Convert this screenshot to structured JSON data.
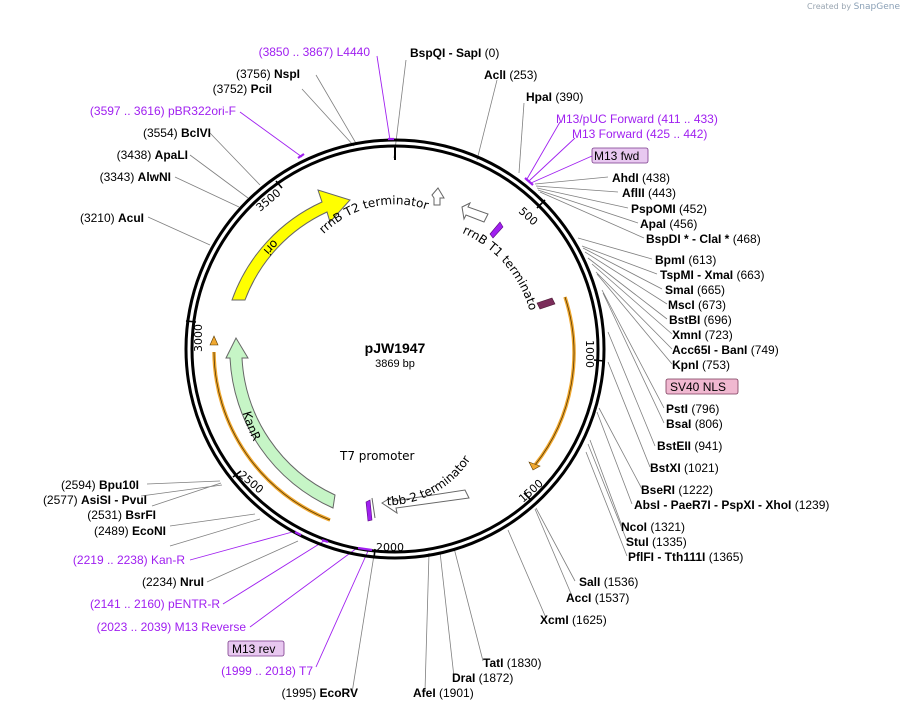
{
  "credit": {
    "prefix": "Created by",
    "brand": "SnapGene"
  },
  "plasmid": {
    "name": "pJW1947",
    "length": "3869 bp"
  },
  "site_labels": [
    {
      "name": "BspQI - SapI",
      "pos": "(0)"
    },
    {
      "name": "AclI",
      "pos": "(253)"
    },
    {
      "name": "HpaI",
      "pos": "(390)"
    },
    {
      "name": "AhdI",
      "pos": "(438)"
    },
    {
      "name": "AflII",
      "pos": "(443)"
    },
    {
      "name": "PspOMI",
      "pos": "(452)"
    },
    {
      "name": "ApaI",
      "pos": "(456)"
    },
    {
      "name": "BspDI * - ClaI *",
      "pos": "(468)"
    },
    {
      "name": "BpmI",
      "pos": "(613)"
    },
    {
      "name": "TspMI - XmaI",
      "pos": "(663)"
    },
    {
      "name": "SmaI",
      "pos": "(665)"
    },
    {
      "name": "MscI",
      "pos": "(673)"
    },
    {
      "name": "BstBI",
      "pos": "(696)"
    },
    {
      "name": "XmnI",
      "pos": "(723)"
    },
    {
      "name": "Acc65I - BanI",
      "pos": "(749)"
    },
    {
      "name": "KpnI",
      "pos": "(753)"
    },
    {
      "name": "PstI",
      "pos": "(796)"
    },
    {
      "name": "BsaI",
      "pos": "(806)"
    },
    {
      "name": "BstEII",
      "pos": "(941)"
    },
    {
      "name": "BstXI",
      "pos": "(1021)"
    },
    {
      "name": "BseRI",
      "pos": "(1222)"
    },
    {
      "name": "AbsI - PaeR7I - PspXI - XhoI",
      "pos": "(1239)"
    },
    {
      "name": "NcoI",
      "pos": "(1321)"
    },
    {
      "name": "StuI",
      "pos": "(1335)"
    },
    {
      "name": "PflFI - Tth111I",
      "pos": "(1365)"
    },
    {
      "name": "SalI",
      "pos": "(1536)"
    },
    {
      "name": "AccI",
      "pos": "(1537)"
    },
    {
      "name": "XcmI",
      "pos": "(1625)"
    },
    {
      "name": "TatI",
      "pos": "(1830)"
    },
    {
      "name": "DraI",
      "pos": "(1872)"
    },
    {
      "name": "AfeI",
      "pos": "(1901)"
    },
    {
      "name": "EcoRV",
      "pos": "(1995)"
    },
    {
      "name": "NruI",
      "pos": "(2234)"
    },
    {
      "name": "EcoNI",
      "pos": "(2489)"
    },
    {
      "name": "BsrFI",
      "pos": "(2531)"
    },
    {
      "name": "AsiSI - PvuI",
      "pos": "(2577)"
    },
    {
      "name": "Bpu10I",
      "pos": "(2594)"
    },
    {
      "name": "AcuI",
      "pos": "(3210)"
    },
    {
      "name": "AlwNI",
      "pos": "(3343)"
    },
    {
      "name": "ApaLI",
      "pos": "(3438)"
    },
    {
      "name": "BclVI",
      "pos": "(3554)"
    },
    {
      "name": "PciI",
      "pos": "(3752)"
    },
    {
      "name": "NspI",
      "pos": "(3756)"
    }
  ],
  "primer_labels": [
    {
      "name": "L4440",
      "range": "(3850 .. 3867)"
    },
    {
      "name": "pBR322ori-F",
      "range": "(3597 .. 3616)"
    },
    {
      "name": "M13/pUC Forward",
      "range": "(411 .. 433)"
    },
    {
      "name": "M13 Forward",
      "range": "(425 .. 442)"
    },
    {
      "name": "Kan-R",
      "range": "(2219 .. 2238)"
    },
    {
      "name": "pENTR-R",
      "range": "(2141 .. 2160)"
    },
    {
      "name": "M13 Reverse",
      "range": "(2023 .. 2039)"
    },
    {
      "name": "T7",
      "range": "(1999 .. 2018)"
    }
  ],
  "boxed_labels": [
    "M13 fwd",
    "SV40 NLS",
    "M13 rev"
  ],
  "tick_labels": [
    "500",
    "1000",
    "1500",
    "2000",
    "2500",
    "3000",
    "3500"
  ],
  "features": [
    "ori",
    "KanR",
    "rrnB T2 terminator",
    "rrnB T1 terminator",
    "T7 promoter",
    "tbb-2 terminator"
  ],
  "colors": {
    "ori": "#ffff00",
    "kanr": "#c6f5c6",
    "orange": "#f0a830",
    "primer": "#a020f0",
    "marker": "#7b2d5a"
  }
}
